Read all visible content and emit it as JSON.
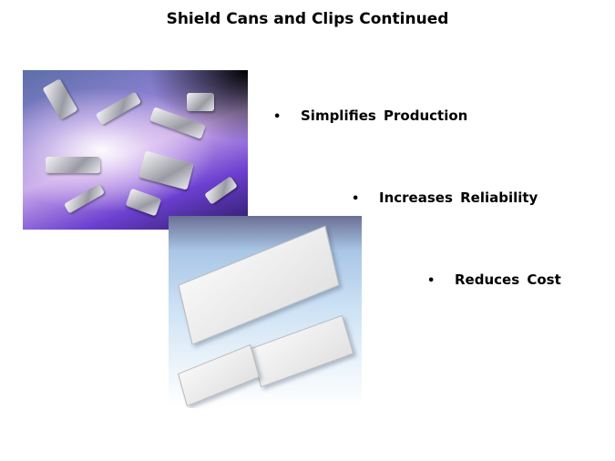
{
  "slide": {
    "title": "Shield Cans and Clips Continued",
    "bullets": [
      {
        "marker": "•",
        "text": "Simplifies Production"
      },
      {
        "marker": "•",
        "text": "Increases Reliability"
      },
      {
        "marker": "•",
        "text": "Reduces Cost"
      }
    ]
  }
}
